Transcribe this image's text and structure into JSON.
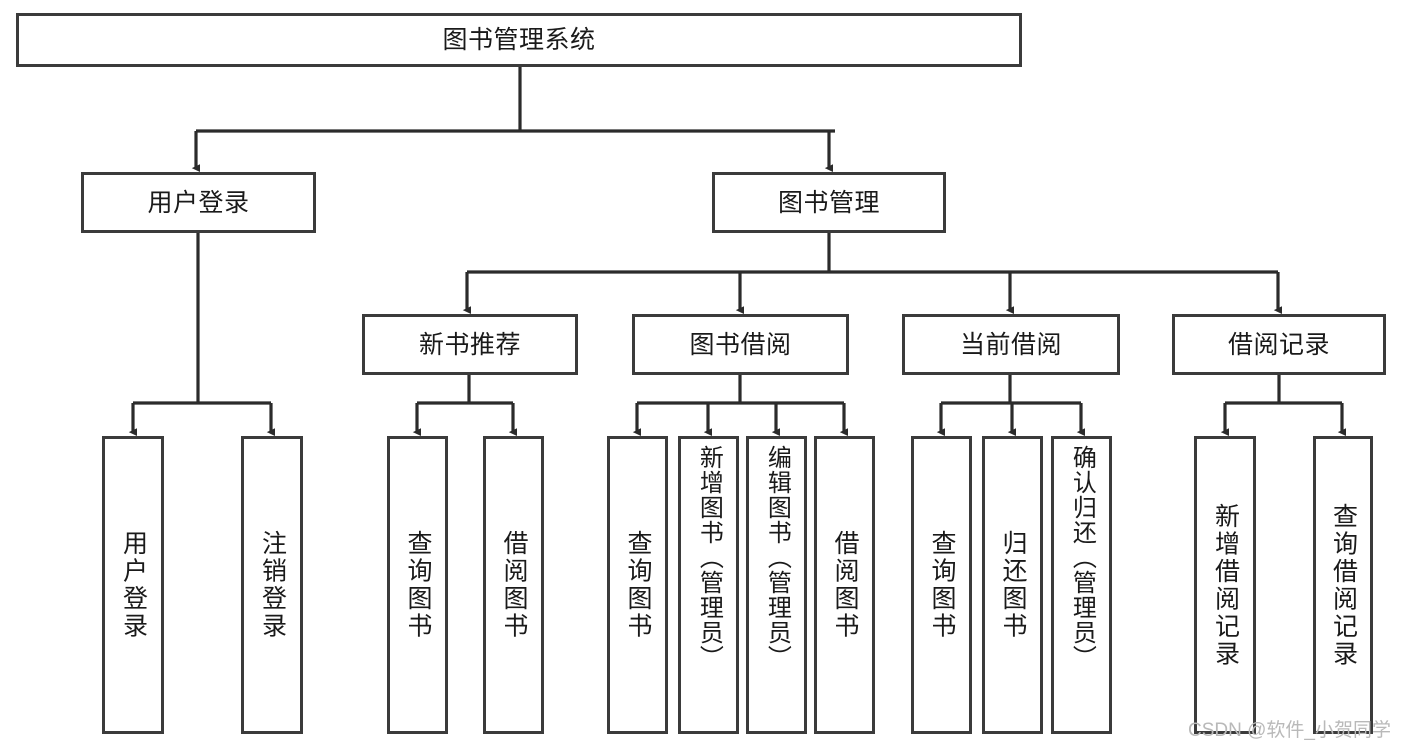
{
  "diagram": {
    "title": "图书管理系统",
    "type": "tree",
    "watermark": "CSDN @软件_小贺同学",
    "colors": {
      "box_border": "#3b3b3b",
      "box_fill": "#ffffff",
      "connector": "#2b2b2b",
      "text": "#1a1a1a",
      "watermark": "#b9b9b9",
      "background": "#ffffff"
    },
    "root": {
      "id": "root",
      "label": "图书管理系统"
    },
    "level2": [
      {
        "id": "l2-0",
        "label": "用户登录"
      },
      {
        "id": "l2-1",
        "label": "图书管理"
      }
    ],
    "level3": [
      {
        "id": "l3-0",
        "label": "新书推荐",
        "parent": "图书管理"
      },
      {
        "id": "l3-1",
        "label": "图书借阅",
        "parent": "图书管理"
      },
      {
        "id": "l3-2",
        "label": "当前借阅",
        "parent": "图书管理"
      },
      {
        "id": "l3-3",
        "label": "借阅记录",
        "parent": "图书管理"
      }
    ],
    "leaves": [
      {
        "id": "leaf-0",
        "label": "用户登录",
        "parent": "用户登录"
      },
      {
        "id": "leaf-1",
        "label": "注销登录",
        "parent": "用户登录"
      },
      {
        "id": "leaf-2",
        "label": "查询图书",
        "parent": "新书推荐"
      },
      {
        "id": "leaf-3",
        "label": "借阅图书",
        "parent": "新书推荐"
      },
      {
        "id": "leaf-4",
        "label": "查询图书",
        "parent": "图书借阅"
      },
      {
        "id": "leaf-5",
        "label": "新增图书（管理员）",
        "parent": "图书借阅"
      },
      {
        "id": "leaf-6",
        "label": "编辑图书（管理员）",
        "parent": "图书借阅"
      },
      {
        "id": "leaf-7",
        "label": "借阅图书",
        "parent": "图书借阅"
      },
      {
        "id": "leaf-8",
        "label": "查询图书",
        "parent": "当前借阅"
      },
      {
        "id": "leaf-9",
        "label": "归还图书",
        "parent": "当前借阅"
      },
      {
        "id": "leaf-10",
        "label": "确认归还（管理员）",
        "parent": "当前借阅"
      },
      {
        "id": "leaf-11",
        "label": "新增借阅记录",
        "parent": "借阅记录"
      },
      {
        "id": "leaf-12",
        "label": "查询借阅记录",
        "parent": "借阅记录"
      }
    ]
  }
}
